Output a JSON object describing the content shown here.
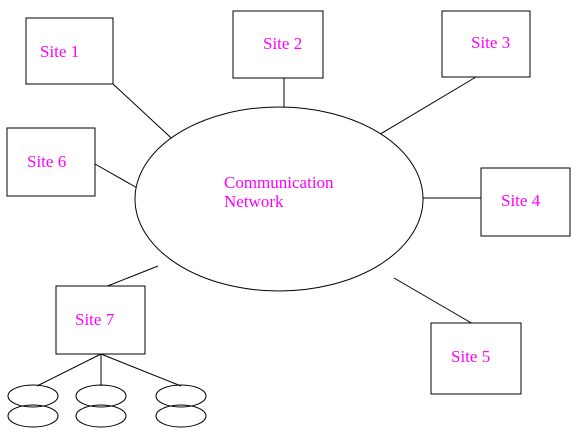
{
  "network": {
    "line1": "Communication",
    "line2": "Network"
  },
  "sites": [
    {
      "label": "Site 1"
    },
    {
      "label": "Site 2"
    },
    {
      "label": "Site 3"
    },
    {
      "label": "Site 4"
    },
    {
      "label": "Site 5"
    },
    {
      "label": "Site 6"
    },
    {
      "label": "Site 7"
    }
  ],
  "disk_count": 3,
  "colors": {
    "text": "#ff00ff",
    "stroke": "#000000",
    "background": "#ffffff"
  }
}
